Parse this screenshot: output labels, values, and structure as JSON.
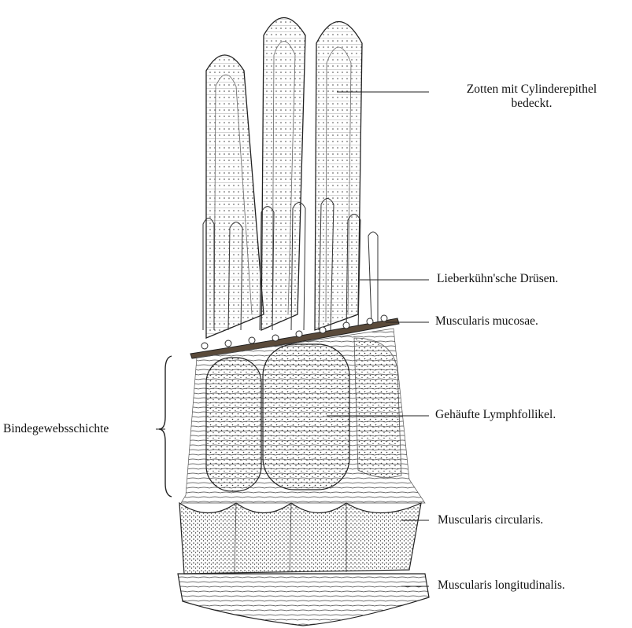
{
  "figure": {
    "title": "",
    "labels": {
      "zotten_line1": "Zotten mit Cylinderepithel",
      "zotten_line2": "bedeckt.",
      "lieberkuehn": "Lieberkühn'sche Drüsen.",
      "muscularis_mucosae": "Muscularis mucosae.",
      "bindegewebsschichte": "Bindegewebsschichte",
      "lymphfollikel": "Gehäufte Lymphfollikel.",
      "muscularis_circularis": "Muscularis circularis.",
      "muscularis_longitudinalis": "Muscularis longitudinalis."
    }
  }
}
